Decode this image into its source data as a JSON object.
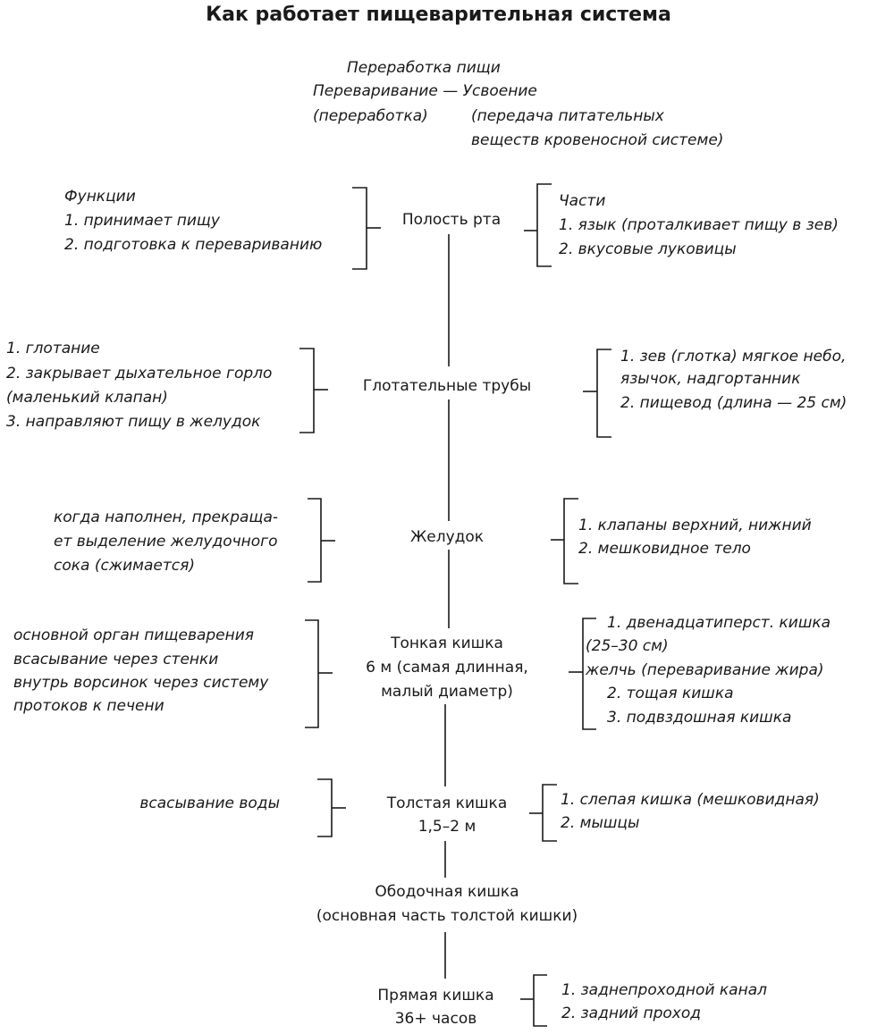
{
  "title": "Как работает пищеварительная система",
  "intro": {
    "line1": "Переработка пищи",
    "line2": "Переваривание — Усвоение",
    "line3a": "(переработка)",
    "line3b": "(передача питательных",
    "line4": "веществ кровеносной системе)"
  },
  "organs": [
    {
      "id": "mouth",
      "label": [
        "Полость рта"
      ],
      "left": [
        "Функции",
        "1. принимает пищу",
        "2. подготовка к перевариванию"
      ],
      "right": [
        "Части",
        "1. язык (проталкивает пищу в зев)",
        "2. вкусовые луковицы"
      ]
    },
    {
      "id": "throat",
      "label": [
        "Глотательные трубы"
      ],
      "left": [
        "1. глотание",
        "2. закрывает дыхательное горло",
        "(маленький клапан)",
        "3. направляют пищу в желудок"
      ],
      "right": [
        "1. зев (глотка) мягкое небо,",
        "язычок, надгортанник",
        "2. пищевод (длина — 25 см)"
      ]
    },
    {
      "id": "stomach",
      "label": [
        "Желудок"
      ],
      "left": [
        "когда наполнен, прекраща-",
        "ет выделение желудочного",
        "сока (сжимается)"
      ],
      "right": [
        "1. клапаны верхний, нижний",
        "2. мешковидное тело"
      ]
    },
    {
      "id": "small-intestine",
      "label": [
        "Тонкая кишка",
        "6 м (самая длинная,",
        "малый диаметр)"
      ],
      "left": [
        "основной орган пищеварения",
        "всасывание через стенки",
        "внутрь ворсинок через систему",
        "протоков к печени"
      ],
      "right": [
        "1. двенадцатиперст. кишка",
        "(25–30 см)",
        "желчь (переваривание жира)",
        "2. тощая кишка",
        "3. подвздошная кишка"
      ]
    },
    {
      "id": "large-intestine",
      "label": [
        "Толстая кишка",
        "1,5–2 м"
      ],
      "left": [
        "всасывание воды"
      ],
      "right": [
        "1. слепая кишка (мешковидная)",
        "2. мышцы"
      ]
    },
    {
      "id": "colon",
      "label": [
        "Ободочная кишка",
        "(основная часть толстой кишки)"
      ],
      "left": [],
      "right": []
    },
    {
      "id": "rectum",
      "label": [
        "Прямая кишка",
        "36+ часов"
      ],
      "left": [],
      "right": [
        "1. заднепроходной канал",
        "2. задний проход"
      ]
    }
  ]
}
